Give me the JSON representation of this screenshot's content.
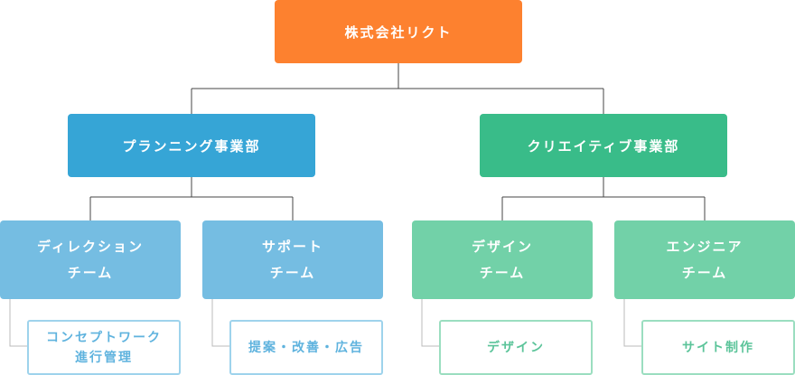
{
  "company": {
    "label": "株式会社リクト"
  },
  "departments": [
    {
      "label": "プランニング事業部"
    },
    {
      "label": "クリエイティブ事業部"
    }
  ],
  "teams": [
    {
      "line1": "ディレクション",
      "line2": "チーム",
      "task_line1": "コンセプトワーク",
      "task_line2": "進行管理"
    },
    {
      "line1": "サポート",
      "line2": "チーム",
      "task_line1": "提案・改善・広告",
      "task_line2": ""
    },
    {
      "line1": "デザイン",
      "line2": "チーム",
      "task_line1": "デザイン",
      "task_line2": ""
    },
    {
      "line1": "エンジニア",
      "line2": "チーム",
      "task_line1": "サイト制作",
      "task_line2": ""
    }
  ],
  "colors": {
    "company": "#fd812f",
    "planning_dept": "#36a5d6",
    "creative_dept": "#39bc89",
    "planning_team": "#75bde2",
    "creative_team": "#72d1a8",
    "connector": "#444444"
  }
}
